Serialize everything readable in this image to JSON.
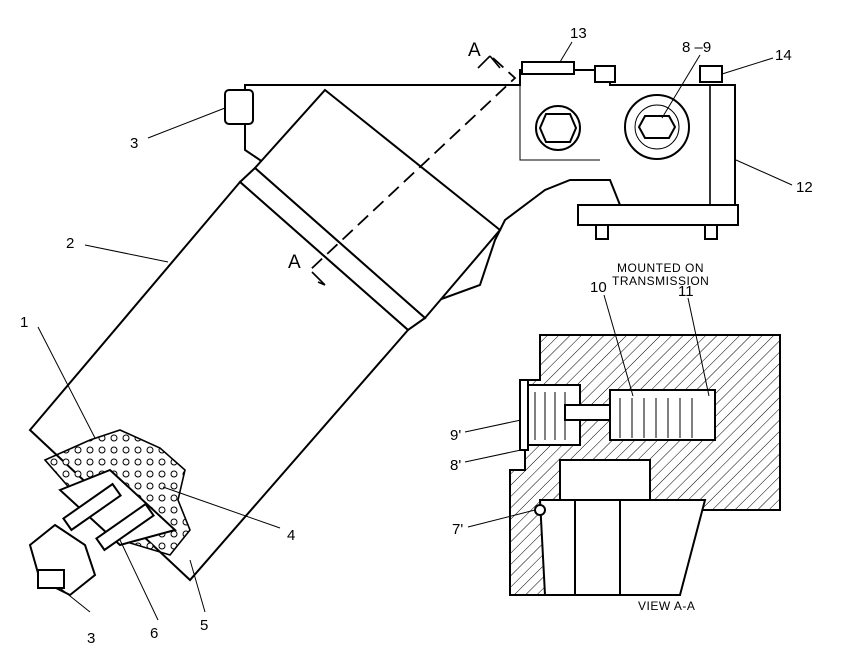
{
  "title": "",
  "callouts": {
    "c1": "1",
    "c2": "2",
    "c3_top": "3",
    "c3_bottom": "3",
    "c4": "4",
    "c5": "5",
    "c6": "6",
    "c8_9": "8 –9",
    "c10": "10",
    "c11": "11",
    "c12": "12",
    "c13": "13",
    "c14": "14",
    "c9p": "9'",
    "c8p": "8'",
    "c7p": "7'"
  },
  "section_markers": {
    "top": "A",
    "bottom": "A"
  },
  "notes": {
    "mounted_line1": "MOUNTED ON",
    "mounted_line2": "TRANSMISSION",
    "view_label": "VIEW A-A"
  }
}
